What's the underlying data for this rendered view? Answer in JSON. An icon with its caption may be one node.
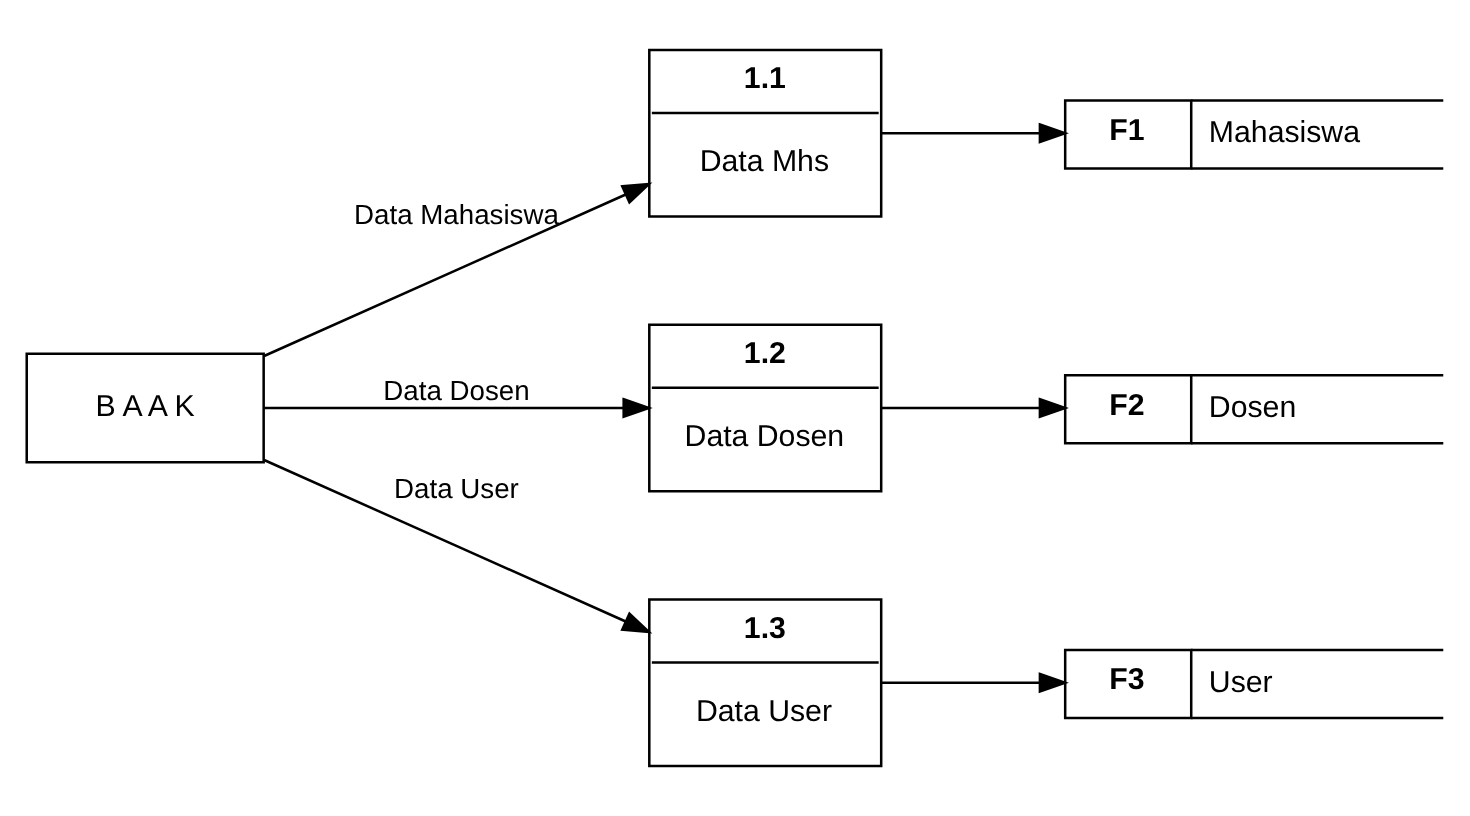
{
  "diagram": {
    "nodes": [
      {
        "text": [
          "B A A K"
        ]
      },
      {
        "text": [
          "1.1",
          "Data Mhs"
        ]
      },
      {
        "text": [
          "F1",
          "Mahasiswa"
        ]
      },
      {
        "text": [
          "1.2",
          "Data Dosen"
        ]
      },
      {
        "text": [
          "F2",
          "Dosen"
        ]
      },
      {
        "text": [
          "1.3",
          "Data User"
        ]
      },
      {
        "text": [
          "F3",
          "User"
        ]
      }
    ],
    "edges": [
      {
        "from": 0,
        "to": 1,
        "arrow": "to",
        "label": "Data Mahasiswa"
      },
      {
        "from": 1,
        "to": 2,
        "arrow": "to"
      },
      {
        "from": 0,
        "to": 3,
        "arrow": "to",
        "label": "Data Dosen"
      },
      {
        "from": 3,
        "to": 4,
        "arrow": "to"
      },
      {
        "from": 0,
        "to": 5,
        "arrow": "to",
        "label": "Data User"
      },
      {
        "from": 5,
        "to": 6,
        "arrow": "to"
      }
    ]
  }
}
